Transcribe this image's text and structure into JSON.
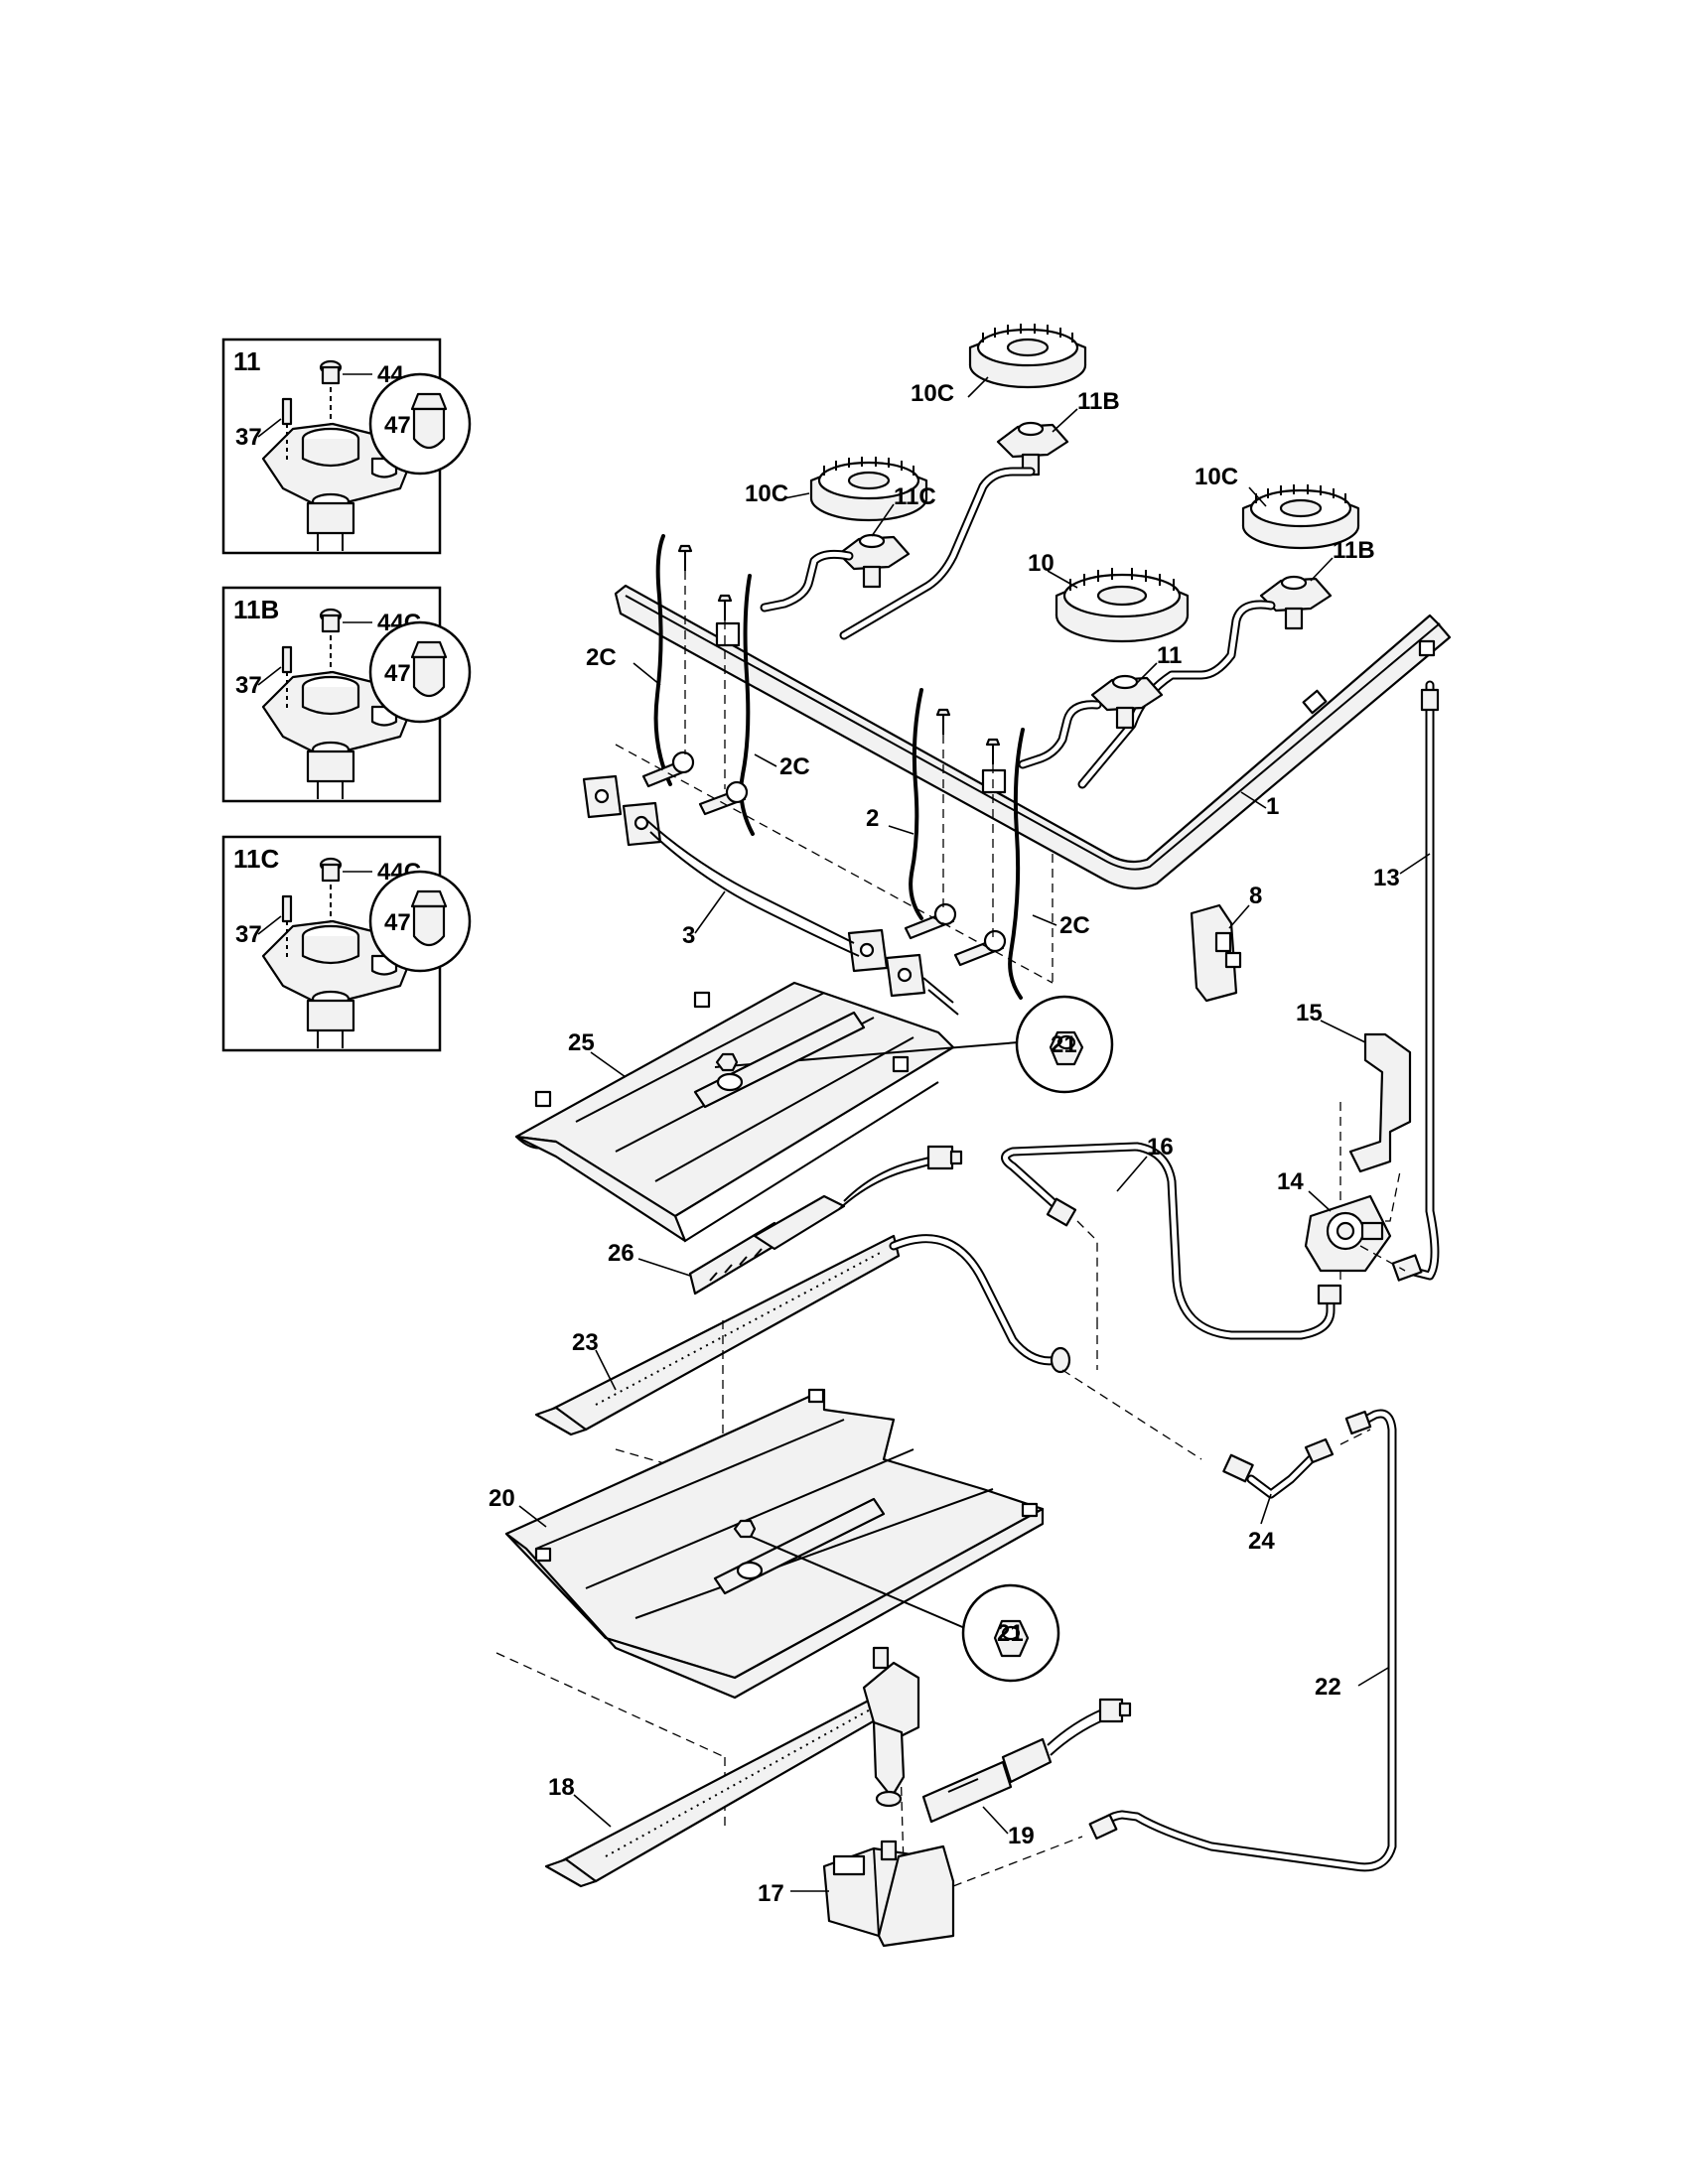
{
  "insets": [
    {
      "title": "11",
      "labels": [
        "44",
        "37",
        "47"
      ]
    },
    {
      "title": "11B",
      "labels": [
        "44C",
        "37",
        "47"
      ]
    },
    {
      "title": "11C",
      "labels": [
        "44C",
        "37",
        "47"
      ]
    }
  ],
  "callouts": {
    "c1": "1",
    "c2": "2",
    "c2c_a": "2C",
    "c2c_b": "2C",
    "c2c_c": "2C",
    "c3": "3",
    "c8": "8",
    "c10": "10",
    "c10c_a": "10C",
    "c10c_b": "10C",
    "c10c_c": "10C",
    "c11": "11",
    "c11b_a": "11B",
    "c11b_b": "11B",
    "c11c": "11C",
    "c13": "13",
    "c14": "14",
    "c15": "15",
    "c16": "16",
    "c17": "17",
    "c18": "18",
    "c19": "19",
    "c20": "20",
    "c21_a": "21",
    "c21_b": "21",
    "c22": "22",
    "c23": "23",
    "c24": "24",
    "c25": "25",
    "c26": "26"
  }
}
